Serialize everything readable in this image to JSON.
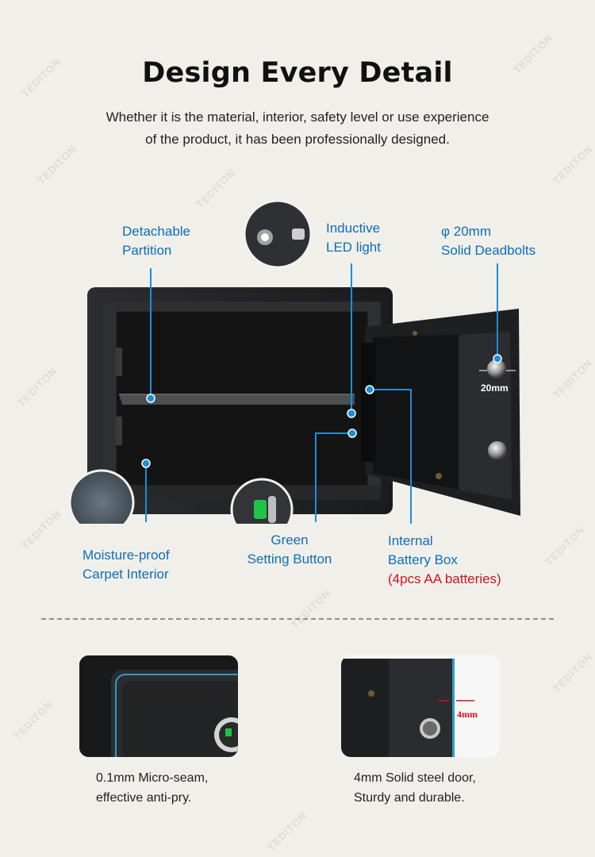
{
  "header": {
    "title": "Design Every Detail",
    "subtitle_line1": "Whether it is the material, interior, safety level or use experience",
    "subtitle_line2": "of the product, it has been professionally designed."
  },
  "callouts": {
    "partition": {
      "line1": "Detachable",
      "line2": "Partition"
    },
    "led": {
      "line1": "Inductive",
      "line2": "LED light"
    },
    "deadbolts": {
      "line1": "φ 20mm",
      "line2": "Solid Deadbolts"
    },
    "carpet": {
      "line1": "Moisture-proof",
      "line2": "Carpet Interior"
    },
    "button": {
      "line1": "Green",
      "line2": "Setting Button"
    },
    "battery": {
      "line1": "Internal",
      "line2": "Battery Box",
      "line3": "(4pcs AA batteries)"
    }
  },
  "measurements": {
    "bolt": "20mm",
    "door": "4mm"
  },
  "watermark": "TEDITON",
  "bottom": {
    "left_caption_line1": "0.1mm Micro-seam,",
    "left_caption_line2": "effective anti-pry.",
    "right_caption_line1": "4mm Solid steel door,",
    "right_caption_line2": "Sturdy and durable."
  },
  "colors": {
    "accent": "#1c8ed8",
    "label_text": "#0d6fb8",
    "highlight_red": "#d0131a",
    "background": "#f1efea"
  }
}
